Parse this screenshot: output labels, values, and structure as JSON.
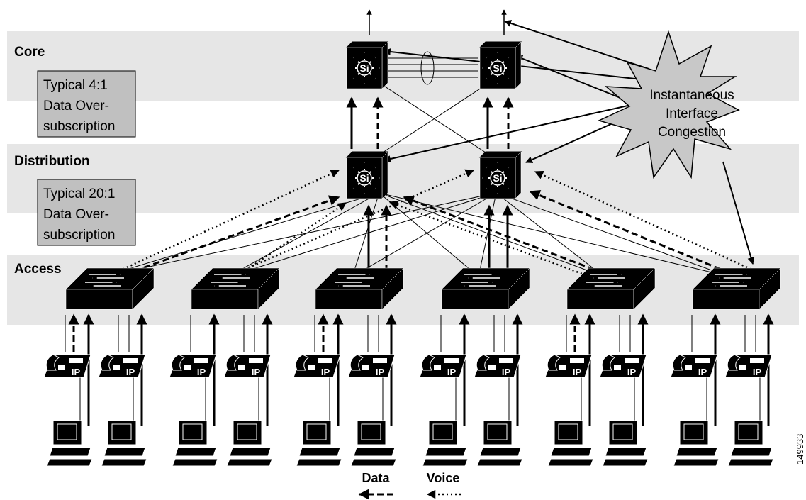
{
  "layers": {
    "core": "Core",
    "distribution": "Distribution",
    "access": "Access"
  },
  "notes": {
    "core": [
      "Typical 4:1",
      "Data Over-",
      "subscription"
    ],
    "distribution": [
      "Typical 20:1",
      "Data Over-",
      "subscription"
    ]
  },
  "congestion": [
    "Instantaneous",
    "Interface",
    "Congestion"
  ],
  "switch_label": "Si",
  "phone_label": "IP",
  "legend": {
    "data": "Data",
    "voice": "Voice"
  },
  "figure_id": "149933",
  "colors": {
    "band": "#e6e6e6",
    "note_box": "#c0c0c0",
    "burst": "#c8c8c8",
    "device": "#000000"
  }
}
